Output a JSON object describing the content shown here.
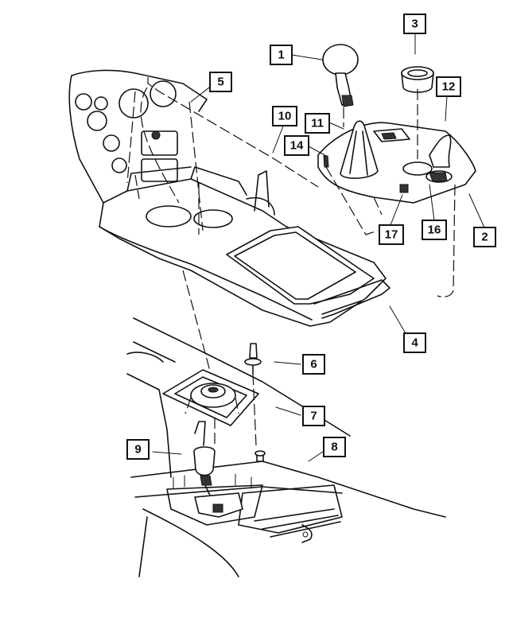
{
  "callouts": [
    {
      "id": "1",
      "label": "1"
    },
    {
      "id": "2",
      "label": "2"
    },
    {
      "id": "3",
      "label": "3"
    },
    {
      "id": "4",
      "label": "4"
    },
    {
      "id": "5",
      "label": "5"
    },
    {
      "id": "6",
      "label": "6"
    },
    {
      "id": "7",
      "label": "7"
    },
    {
      "id": "8",
      "label": "8"
    },
    {
      "id": "9",
      "label": "9"
    },
    {
      "id": "10",
      "label": "10"
    },
    {
      "id": "11",
      "label": "11"
    },
    {
      "id": "12",
      "label": "12"
    },
    {
      "id": "14",
      "label": "14"
    },
    {
      "id": "16",
      "label": "16"
    },
    {
      "id": "17",
      "label": "17"
    }
  ]
}
